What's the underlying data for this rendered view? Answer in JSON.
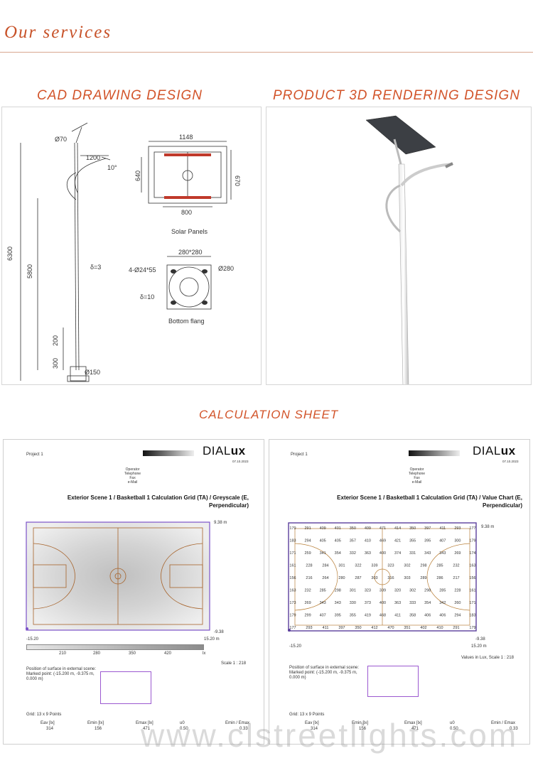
{
  "header": {
    "title": "Our services"
  },
  "sections": {
    "cad": "CAD DRAWING DESIGN",
    "render": "PRODUCT 3D RENDERING DESIGN",
    "calc": "CALCULATION SHEET"
  },
  "cad": {
    "dims": {
      "d70": "Ø70",
      "l1200": "1200",
      "angle": "10°",
      "h6300": "6300",
      "h5800": "5800",
      "t3": "δ=3",
      "h200": "200",
      "h300": "300",
      "d150": "Ø150",
      "w1148": "1148",
      "h640": "640",
      "h670": "670",
      "w800": "800",
      "f280": "280*280",
      "holes": "4-Ø24*55",
      "d280": "Ø280",
      "t10": "δ=10"
    },
    "solar_label": "Solar Panels",
    "flange_label": "Bottom flang"
  },
  "sheets": {
    "project": "Project 1",
    "logo_a": "DIAL",
    "logo_b": "ux",
    "date": "07.10.2023",
    "contacts": [
      "Operator",
      "Telephone",
      "Fax",
      "e-Mail"
    ],
    "scene_prefix": "Exterior Scene 1 / Basketball 1 Calculation Grid (TA) /",
    "greyscale_title": "Greyscale (E, Perpendicular)",
    "value_title": "Value Chart (E, Perpendicular)",
    "y_top": "9.38 m",
    "y_bottom": "-9.38",
    "x_left": "-15.20",
    "x_right": "15.20 m",
    "scale_labels": [
      "210",
      "280",
      "350",
      "420"
    ],
    "scale_unit": "lx",
    "scale_text": "Scale 1 : 218",
    "values_scale_text": "Values in Lux, Scale 1 : 218",
    "position_text": "Position of surface in external scene:",
    "marked_point": "Marked point: (-15.200 m, -9.375 m, 0.000 m)",
    "grid_text": "Grid: 13 x 9 Points",
    "stats_labels": [
      "Eav [lx]",
      "Emin [lx]",
      "Emax [lx]",
      "u0",
      "Emin / Emax"
    ],
    "stats_left": [
      "314",
      "156",
      "471",
      "0.50",
      "0.33"
    ],
    "stats_right": [
      "314",
      "156",
      "471",
      "0.50",
      "0.33"
    ],
    "value_grid": [
      [
        "179",
        "291",
        "409",
        "401",
        "350",
        "409",
        "471",
        "414",
        "350",
        "397",
        "411",
        "293",
        "177"
      ],
      [
        "183",
        "294",
        "405",
        "405",
        "357",
        "410",
        "469",
        "421",
        "355",
        "395",
        "407",
        "300",
        "179"
      ],
      [
        "171",
        "259",
        "341",
        "354",
        "332",
        "363",
        "400",
        "374",
        "331",
        "343",
        "343",
        "269",
        "174"
      ],
      [
        "161",
        "228",
        "284",
        "301",
        "322",
        "339",
        "323",
        "302",
        "298",
        "285",
        "232",
        "163"
      ],
      [
        "156",
        "216",
        "264",
        "280",
        "287",
        "303",
        "316",
        "303",
        "289",
        "286",
        "217",
        "156"
      ],
      [
        "163",
        "232",
        "285",
        "298",
        "301",
        "323",
        "339",
        "320",
        "302",
        "298",
        "285",
        "228",
        "161"
      ],
      [
        "173",
        "269",
        "343",
        "343",
        "330",
        "373",
        "400",
        "363",
        "333",
        "354",
        "342",
        "260",
        "171"
      ],
      [
        "179",
        "299",
        "407",
        "395",
        "355",
        "419",
        "468",
        "411",
        "358",
        "406",
        "406",
        "294",
        "183"
      ],
      [
        "177",
        "293",
        "411",
        "397",
        "350",
        "412",
        "470",
        "351",
        "402",
        "410",
        "291",
        "179"
      ]
    ]
  },
  "watermark": "www.clstreetlights.com",
  "colors": {
    "accent": "#d2542a",
    "title": "#c8532a",
    "court": "#b35b1b",
    "grid": "#5b3f9c"
  }
}
